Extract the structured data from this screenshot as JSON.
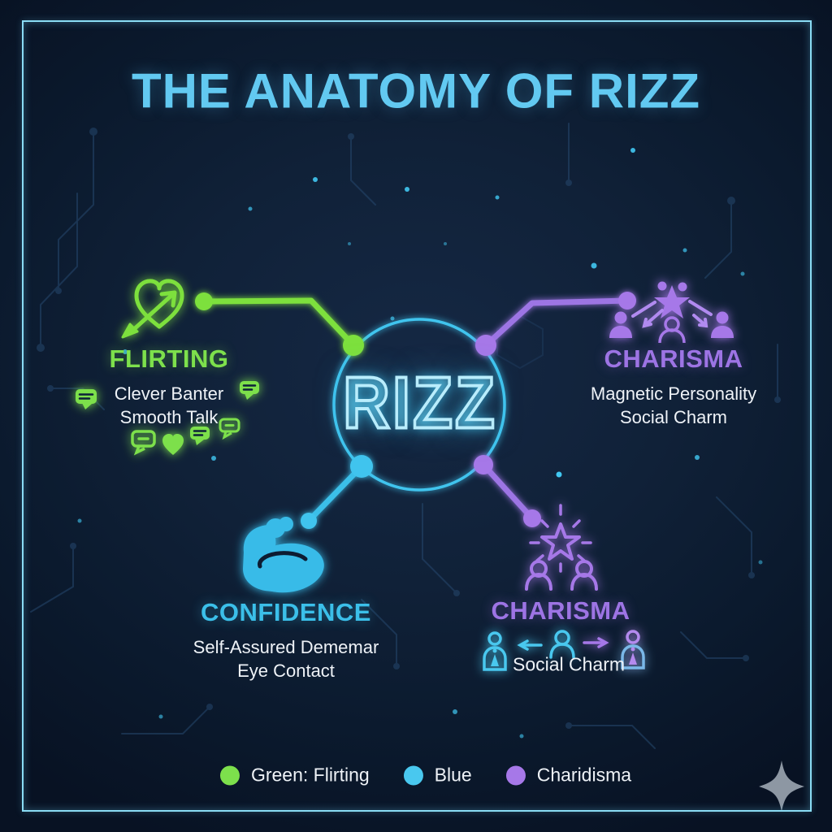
{
  "title": "THE ANATOMY OF RIZZ",
  "center": {
    "label": "RIZZ"
  },
  "sections": {
    "flirting": {
      "heading": "FLIRTING",
      "lines": [
        "Clever Banter",
        "Smooth Talk"
      ],
      "icon": "heart-arrow-icon"
    },
    "charisma_top": {
      "heading": "CHARISMA",
      "lines": [
        "Magnetic Personality",
        "Social Charm"
      ],
      "icon": "star-celebration-people-icon"
    },
    "confidence": {
      "heading": "CONFIDENCE",
      "lines": [
        "Self-Assured Dememar",
        "Eye Contact"
      ],
      "icon": "flexed-bicep-icon"
    },
    "charisma_bottom": {
      "heading": "CHARISMA",
      "lines": [
        "Social Charm"
      ],
      "icon": "star-rays-people-icon"
    }
  },
  "legend": {
    "items": [
      {
        "label": "Green: Flirting",
        "color": "#7de04c"
      },
      {
        "label": "Blue",
        "color": "#49c8ef"
      },
      {
        "label": "Charidisma",
        "color": "#a678e8"
      }
    ]
  },
  "colors": {
    "background": "#0e1c31",
    "border": "#8adcf4",
    "title": "#62c9f1",
    "green": "#7de03e",
    "blue": "#3bbfe9",
    "purple": "#9d74e4",
    "text": "#eef2f7",
    "sparkle": "#8d97a3"
  },
  "decor": {
    "sparkle": "four-point-sparkle-icon"
  }
}
